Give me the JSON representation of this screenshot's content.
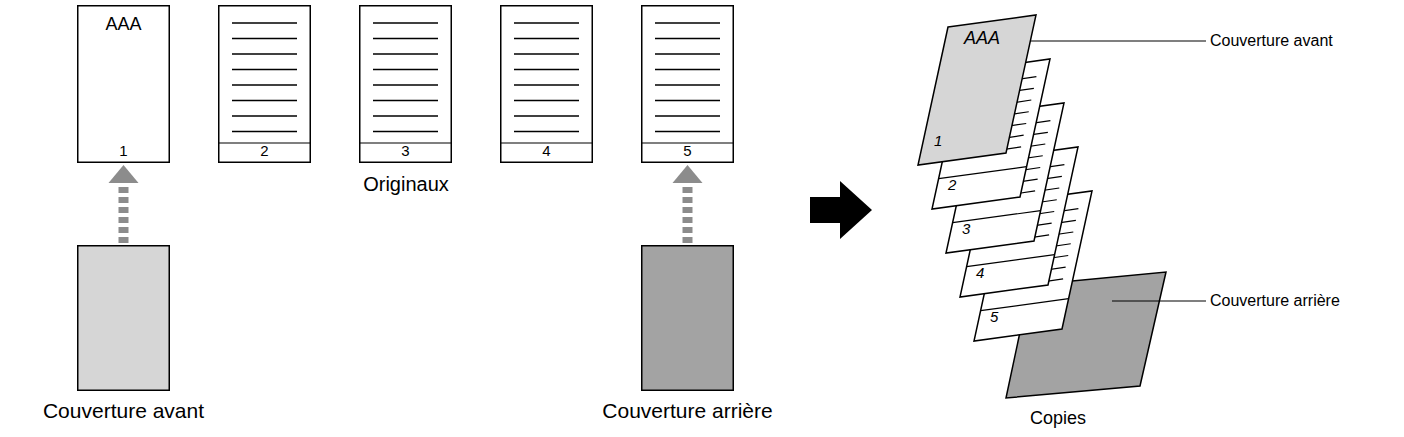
{
  "diagram": {
    "nodes": [
      {
        "text": [
          "AAA",
          "1"
        ]
      },
      {
        "text": [
          "2"
        ]
      },
      {
        "text": [
          "3"
        ]
      },
      {
        "text": [
          "4"
        ]
      },
      {
        "text": [
          "5"
        ]
      },
      {
        "text": [
          "Couverture avant"
        ]
      },
      {
        "text": [
          "Couverture arrière"
        ]
      },
      {
        "text": [
          "AAA",
          "1"
        ]
      },
      {
        "text": [
          "2"
        ]
      },
      {
        "text": [
          "3"
        ]
      },
      {
        "text": [
          "4"
        ]
      },
      {
        "text": [
          "5"
        ]
      }
    ],
    "edges": [
      {
        "from": 5,
        "to": 0,
        "arrow": "to"
      },
      {
        "from": 6,
        "to": 4,
        "arrow": "to"
      }
    ],
    "labels": [
      "Originaux",
      "Couverture avant",
      "Couverture arrière",
      "Copies"
    ]
  }
}
